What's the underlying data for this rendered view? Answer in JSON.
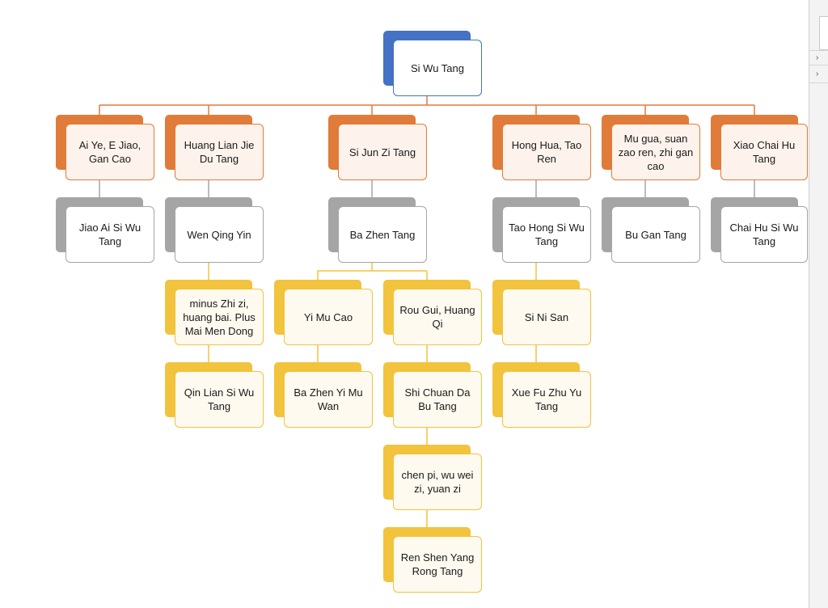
{
  "colors": {
    "root_back": "#4472c4",
    "root_front": "#ffffff",
    "root_border": "#4472c4",
    "orange_back": "#e07b39",
    "orange_front": "#fdf3ec",
    "orange_border": "#e07b39",
    "gray_back": "#a5a5a5",
    "gray_front": "#ffffff",
    "gray_border": "#a5a5a5",
    "yellow_back": "#f2c33c",
    "yellow_front": "#fffaf0",
    "yellow_border": "#f2c33c",
    "connector_orange": "#e07b39",
    "connector_gray": "#a5a5a5",
    "connector_yellow": "#f2c33c"
  },
  "diagram": {
    "root": "Si Wu Tang",
    "level1": [
      "Ai Ye, E Jiao, Gan Cao",
      "Huang Lian Jie Du Tang",
      "Si Jun Zi Tang",
      "Hong Hua, Tao Ren",
      "Mu gua, suan zao ren, zhi gan cao",
      "Xiao Chai Hu Tang"
    ],
    "level2": [
      "Jiao Ai Si Wu Tang",
      "Wen Qing Yin",
      "Ba Zhen Tang",
      "Tao Hong Si Wu Tang",
      "Bu Gan Tang",
      "Chai Hu Si Wu Tang"
    ],
    "wen_qing_branch": [
      "minus Zhi zi, huang bai. Plus Mai Men Dong",
      "Qin Lian Si Wu Tang"
    ],
    "ba_zhen_children": [
      "Yi Mu Cao",
      "Rou Gui, Huang Qi"
    ],
    "yi_mu_cao_child": "Ba Zhen Yi Mu Wan",
    "rou_gui_branch": [
      "Shi Chuan Da Bu Tang",
      "chen pi, wu wei zi, yuan zi",
      "Ren Shen Yang Rong Tang"
    ],
    "tao_hong_branch": [
      "Si Ni San",
      "Xue Fu Zhu Yu Tang"
    ]
  }
}
